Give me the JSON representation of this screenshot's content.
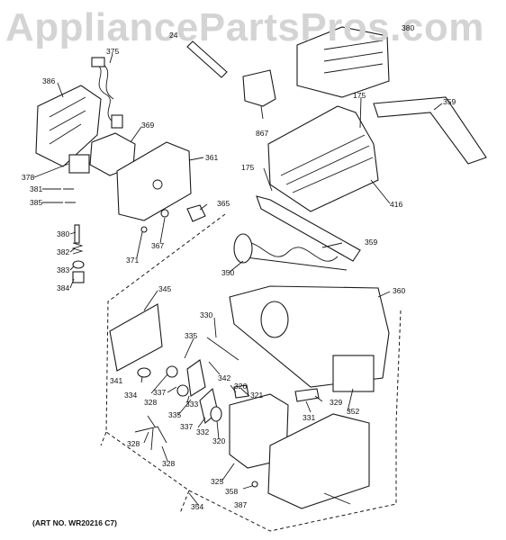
{
  "watermark": "AppliancePartsPros.com",
  "art_number": "(ART NO. WR20216 C7)",
  "callouts": [
    {
      "id": "c-386",
      "text": "386"
    },
    {
      "id": "c-375",
      "text": "375"
    },
    {
      "id": "c-369",
      "text": "369"
    },
    {
      "id": "c-361",
      "text": "361"
    },
    {
      "id": "c-378",
      "text": "378"
    },
    {
      "id": "c-381",
      "text": "381"
    },
    {
      "id": "c-385",
      "text": "385"
    },
    {
      "id": "c-365",
      "text": "365"
    },
    {
      "id": "c-380",
      "text": "380"
    },
    {
      "id": "c-382",
      "text": "382"
    },
    {
      "id": "c-383",
      "text": "383"
    },
    {
      "id": "c-384",
      "text": "384"
    },
    {
      "id": "c-371",
      "text": "371"
    },
    {
      "id": "c-367",
      "text": "367"
    },
    {
      "id": "c-867",
      "text": "867"
    },
    {
      "id": "c-175a",
      "text": "175"
    },
    {
      "id": "c-175b",
      "text": "175"
    },
    {
      "id": "c-359a",
      "text": "359"
    },
    {
      "id": "c-416",
      "text": "416"
    },
    {
      "id": "c-359b",
      "text": "359"
    },
    {
      "id": "c-350",
      "text": "350"
    },
    {
      "id": "c-360",
      "text": "360"
    },
    {
      "id": "c-345",
      "text": "345"
    },
    {
      "id": "c-330",
      "text": "330"
    },
    {
      "id": "c-335a",
      "text": "335"
    },
    {
      "id": "c-341",
      "text": "341"
    },
    {
      "id": "c-334",
      "text": "334"
    },
    {
      "id": "c-337a",
      "text": "337"
    },
    {
      "id": "c-342",
      "text": "342"
    },
    {
      "id": "c-333",
      "text": "333"
    },
    {
      "id": "c-326",
      "text": "326"
    },
    {
      "id": "c-321",
      "text": "321"
    },
    {
      "id": "c-329",
      "text": "329"
    },
    {
      "id": "c-328a",
      "text": "328"
    },
    {
      "id": "c-335b",
      "text": "335"
    },
    {
      "id": "c-337b",
      "text": "337"
    },
    {
      "id": "c-332",
      "text": "332"
    },
    {
      "id": "c-320",
      "text": "320"
    },
    {
      "id": "c-331",
      "text": "331"
    },
    {
      "id": "c-352",
      "text": "352"
    },
    {
      "id": "c-328b",
      "text": "328"
    },
    {
      "id": "c-328c",
      "text": "328"
    },
    {
      "id": "c-325",
      "text": "325"
    },
    {
      "id": "c-358",
      "text": "358"
    },
    {
      "id": "c-354",
      "text": "354"
    },
    {
      "id": "c-387",
      "text": "387"
    },
    {
      "id": "c-24",
      "text": "24"
    },
    {
      "id": "c-380top",
      "text": "380"
    }
  ]
}
